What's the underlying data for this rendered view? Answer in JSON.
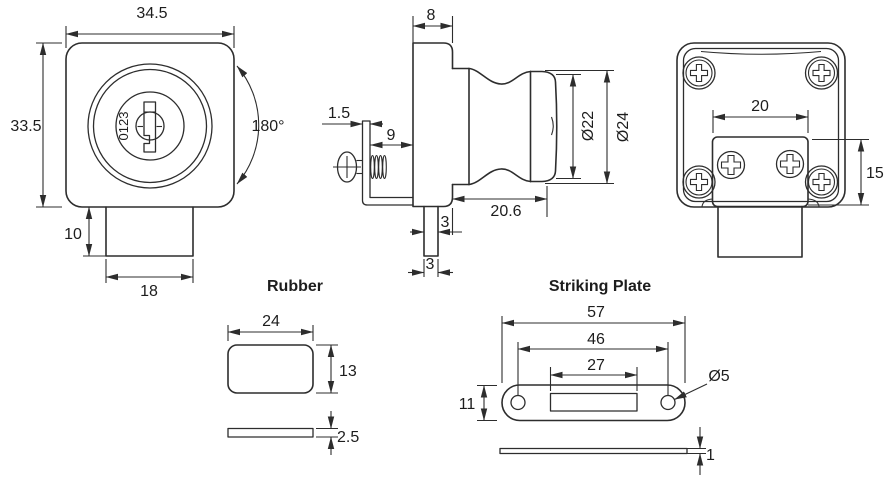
{
  "front_view": {
    "width_dim": "34.5",
    "height_dim": "33.5",
    "rotation_angle": "180°",
    "key_code": "0123",
    "latch_drop_dim": "10",
    "latch_width_dim": "18"
  },
  "side_view": {
    "flange_thickness_dim": "8",
    "bracket_thickness_dim": "1.5",
    "screw_length_dim": "9",
    "cylinder_dia_dim": "Ø22",
    "body_dia_dim": "Ø24",
    "body_depth_dim": "20.6",
    "latch_thickness_dim": "3",
    "latch_travel_dim": "3"
  },
  "back_view": {
    "plate_width_dim": "20",
    "plate_height_dim": "15"
  },
  "rubber": {
    "title": "Rubber",
    "width_dim": "24",
    "height_dim": "13",
    "thickness_dim": "2.5"
  },
  "striking_plate": {
    "title": "Striking Plate",
    "overall_width_dim": "57",
    "hole_spacing_dim": "46",
    "slot_width_dim": "27",
    "height_dim": "11",
    "hole_dia_dim": "Ø5",
    "thickness_dim": "1"
  },
  "palette": {
    "line_color": "#2d2d2d",
    "background": "#ffffff"
  }
}
